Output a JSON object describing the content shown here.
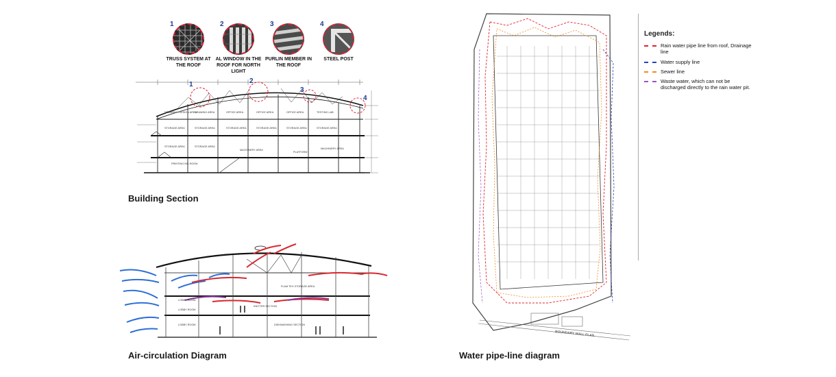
{
  "details": [
    {
      "num": "1",
      "label": "TRUSS SYSTEM AT THE ROOF"
    },
    {
      "num": "2",
      "label": "AL WINDOW IN THE ROOF FOR NORTH LIGHT"
    },
    {
      "num": "3",
      "label": "PURLIN MEMBER IN THE ROOF"
    },
    {
      "num": "4",
      "label": "STEEL POST"
    }
  ],
  "section": {
    "caption": "Building Section",
    "markers": [
      "1",
      "2",
      "3",
      "4"
    ],
    "rooms": [
      "DRAWING / DESIGN AREA",
      "DRAWING AREA",
      "OFFICE AREA",
      "OFFICE AREA",
      "OFFICE AREA",
      "TESTING LAB",
      "STORAGE AREA",
      "STORAGE AREA",
      "STORAGE AREA",
      "STORAGE AREA",
      "STORAGE AREA",
      "STORAGE AREA",
      "STORAGE AREA",
      "STORAGE AREA",
      "MACHINERY AREA",
      "PLATFORM",
      "MACHINERY AREA",
      "PRINTING INK ROOM"
    ]
  },
  "airflow": {
    "caption": "Air-circulation Diagram",
    "rooms": [
      "FLAM TEX STORAGE AREA",
      "LOBBY ROOM",
      "KNITTER SECTION",
      "LOBBY ROOM",
      "LOBBY ROOM",
      "DISHWASHING SECTION"
    ]
  },
  "pipeline": {
    "caption": "Water pipe-line diagram",
    "boundary_label": "BOUNDARY WALL PLAN"
  },
  "legend": {
    "title": "Legends:",
    "items": [
      {
        "label": "Rain water pipe line from roof, Drainage line",
        "color": "#e0202a",
        "style": "dashed"
      },
      {
        "label": "Water supply line",
        "color": "#2840b8",
        "style": "dashed"
      },
      {
        "label": "Sewer line",
        "color": "#f08a1c",
        "style": "dashed"
      },
      {
        "label": "Waste water, which can not be discharged directly to the rain water pit.",
        "color": "#9b4fc4",
        "style": "dashed"
      }
    ]
  }
}
